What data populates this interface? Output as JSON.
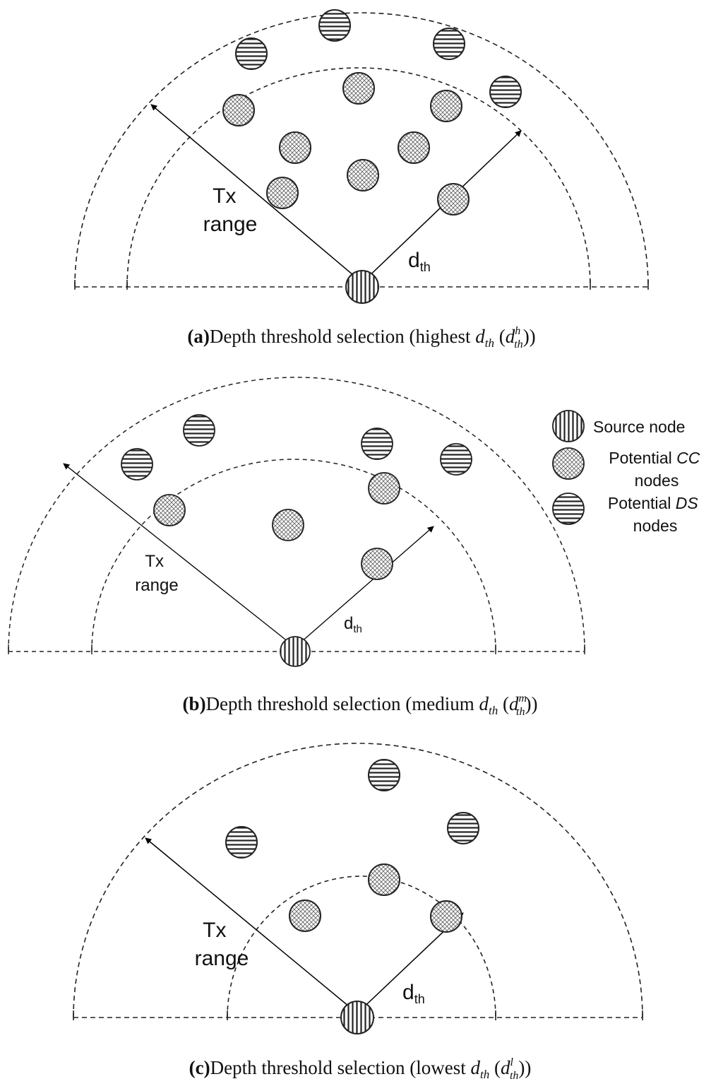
{
  "panels": [
    {
      "id": "a",
      "tx_label": [
        "Tx",
        "range"
      ],
      "dth_label": {
        "main": "d",
        "sub": "th"
      },
      "caption": {
        "letter": "a",
        "text": "Depth threshold selection (highest ",
        "var": "d",
        "var_sub": "th",
        "paren_sup": "h",
        "paren_sub": "th",
        "end": "))"
      }
    },
    {
      "id": "b",
      "tx_label": [
        "Tx",
        "range"
      ],
      "dth_label": {
        "main": "d",
        "sub": "th"
      },
      "caption": {
        "letter": "b",
        "text": "Depth threshold selection (medium ",
        "var": "d",
        "var_sub": "th",
        "paren_sup": "m",
        "paren_sub": "th",
        "end": "))"
      }
    },
    {
      "id": "c",
      "tx_label": [
        "Tx",
        "range"
      ],
      "dth_label": {
        "main": "d",
        "sub": "th"
      },
      "caption": {
        "letter": "c",
        "text": "Depth threshold selection (lowest ",
        "var": "d",
        "var_sub": "th",
        "paren_sup": "l",
        "paren_sub": "th",
        "end": "))"
      }
    }
  ],
  "legend": {
    "source": "Source node",
    "cc": {
      "prefix": "Potential ",
      "term": "CC",
      "line2": "nodes"
    },
    "ds": {
      "prefix": "Potential ",
      "term": "DS",
      "line2": "nodes"
    }
  }
}
